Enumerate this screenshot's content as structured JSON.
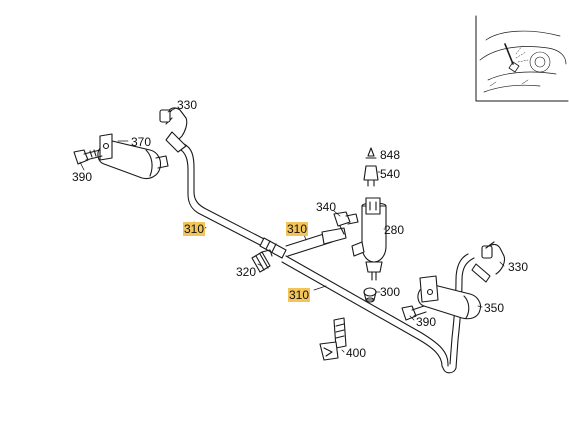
{
  "callouts": {
    "c330_top": "330",
    "c370": "370",
    "c390_left": "390",
    "c310_left": "310",
    "c310_mid": "310",
    "c310_low": "310",
    "c340": "340",
    "c320": "320",
    "c848": "848",
    "c540": "540",
    "c280": "280",
    "c300": "300",
    "c330_right": "330",
    "c390_right": "390",
    "c350": "350",
    "c400": "400"
  },
  "colors": {
    "line": "#1a1a1a",
    "highlight": "#f2c45a",
    "background": "#ffffff"
  }
}
